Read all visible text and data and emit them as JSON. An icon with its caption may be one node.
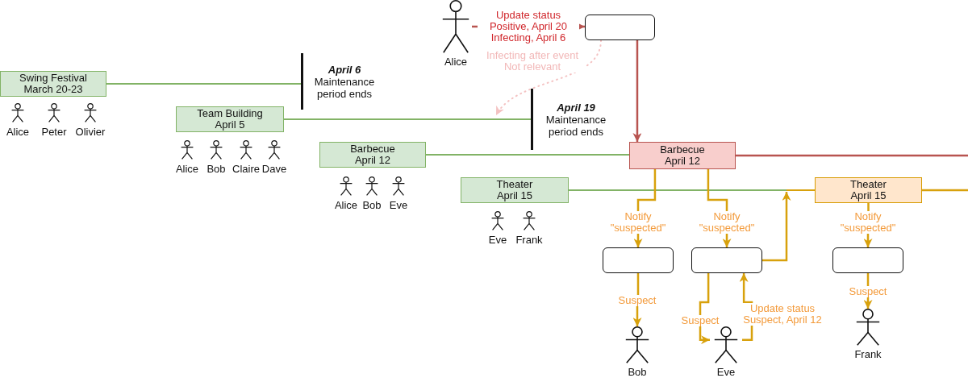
{
  "diagram": {
    "nodes": [
      {
        "text": [
          "Alice"
        ]
      },
      {
        "text": [],
        "shape": "box"
      },
      {
        "text": [
          "Swing Festival",
          "March 20-23"
        ],
        "beside": [
          "Alice",
          "Peter",
          "Olivier"
        ]
      },
      {
        "text": [
          "April 6",
          "Maintenance period ends"
        ]
      },
      {
        "text": [
          "Team Building",
          "April 5"
        ],
        "beside": [
          "Alice",
          "Bob",
          "Claire",
          "Dave"
        ]
      },
      {
        "text": [
          "April 19",
          "Maintenance period ends"
        ]
      },
      {
        "text": [
          "Barbecue",
          "April 12"
        ],
        "beside": [
          "Alice",
          "Bob",
          "Eve"
        ]
      },
      {
        "text": [
          "Barbecue",
          "April 12"
        ]
      },
      {
        "text": [
          "Theater",
          "April 15"
        ],
        "beside": [
          "Eve",
          "Frank"
        ]
      },
      {
        "text": [
          "Theater",
          "April 15"
        ]
      },
      {
        "text": [],
        "shape": "box"
      },
      {
        "text": [],
        "shape": "box"
      },
      {
        "text": [],
        "shape": "box"
      },
      {
        "text": [
          "Bob"
        ]
      },
      {
        "text": [
          "Eve"
        ]
      },
      {
        "text": [
          "Frank"
        ]
      }
    ],
    "edges": [
      {
        "from": 0,
        "to": 1,
        "arrow": "to",
        "label": "Update status Positive, April 20 Infecting, April 6",
        "color": "#b85450"
      },
      {
        "from": 1,
        "to": null,
        "arrow": "to",
        "label": "Infecting after event Not relevant",
        "style": "dashed",
        "color": "#f4c2c2"
      },
      {
        "from": 1,
        "to": 7,
        "arrow": "to",
        "color": "#b85450"
      },
      {
        "from": 2,
        "to": 3,
        "arrow": "none",
        "color": "#82b366"
      },
      {
        "from": 4,
        "to": 5,
        "arrow": "none",
        "color": "#82b366"
      },
      {
        "from": 6,
        "to": 7,
        "arrow": "none",
        "color": "#82b366"
      },
      {
        "from": 7,
        "to": null,
        "arrow": "none",
        "color": "#b85450"
      },
      {
        "from": 8,
        "to": 9,
        "arrow": "none",
        "color": "#82b366"
      },
      {
        "from": 9,
        "to": null,
        "arrow": "none"
      },
      {
        "from": 7,
        "to": 10,
        "arrow": "to",
        "label": "Notify \"suspected\""
      },
      {
        "from": 7,
        "to": 11,
        "arrow": "to",
        "label": "Notify \"suspected\""
      },
      {
        "from": 9,
        "to": 12,
        "arrow": "to",
        "label": "Notify \"suspected\""
      },
      {
        "from": 11,
        "to": null,
        "arrow": "to"
      },
      {
        "from": 10,
        "to": 13,
        "arrow": "to",
        "label": "Suspect"
      },
      {
        "from": 11,
        "to": 14,
        "arrow": "to",
        "label": "Suspect"
      },
      {
        "from": 14,
        "to": 11,
        "arrow": "to",
        "label": "Update status Suspect, April 12"
      },
      {
        "from": 12,
        "to": 15,
        "arrow": "to",
        "label": "Suspect"
      }
    ]
  }
}
